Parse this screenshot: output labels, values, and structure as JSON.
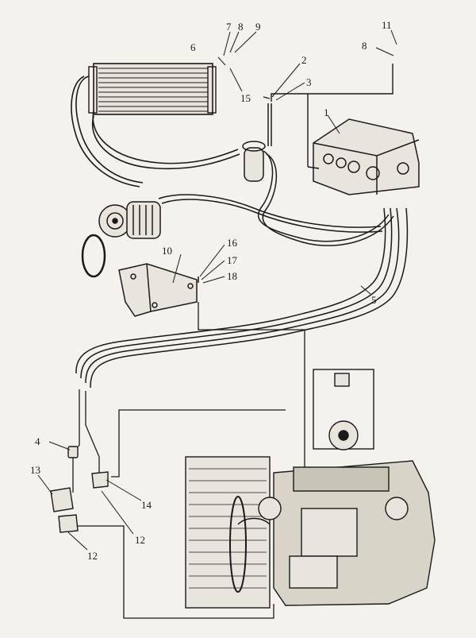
{
  "diagram": {
    "colors": {
      "paper": "#f4f2ec",
      "ink": "#1a1a1a"
    },
    "callouts": [
      {
        "id": "c1",
        "text": "1"
      },
      {
        "id": "c2",
        "text": "2"
      },
      {
        "id": "c3",
        "text": "3"
      },
      {
        "id": "c4",
        "text": "4"
      },
      {
        "id": "c5",
        "text": "5"
      },
      {
        "id": "c6",
        "text": "6"
      },
      {
        "id": "c7",
        "text": "7"
      },
      {
        "id": "c8a",
        "text": "8"
      },
      {
        "id": "c9",
        "text": "9"
      },
      {
        "id": "c10",
        "text": "10"
      },
      {
        "id": "c11",
        "text": "11"
      },
      {
        "id": "c8b",
        "text": "8"
      },
      {
        "id": "c12a",
        "text": "12"
      },
      {
        "id": "c12b",
        "text": "12"
      },
      {
        "id": "c13",
        "text": "13"
      },
      {
        "id": "c14",
        "text": "14"
      },
      {
        "id": "c15",
        "text": "15"
      },
      {
        "id": "c16",
        "text": "16"
      },
      {
        "id": "c17",
        "text": "17"
      },
      {
        "id": "c18",
        "text": "18"
      }
    ]
  }
}
